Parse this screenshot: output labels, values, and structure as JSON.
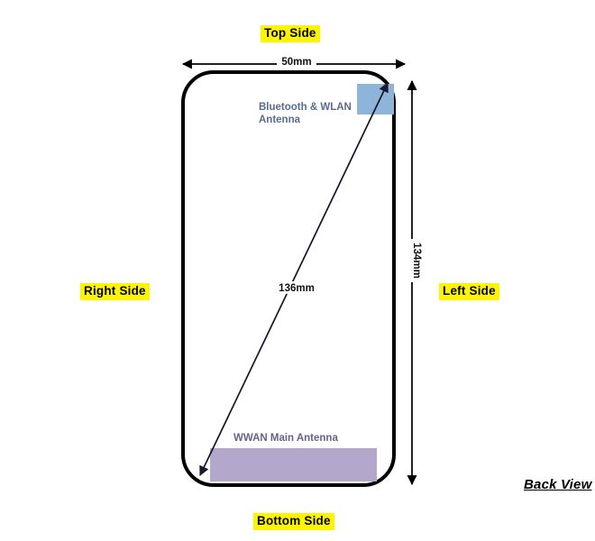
{
  "diagram": {
    "view_label": "Back View",
    "orientation_labels": {
      "top": "Top Side",
      "bottom": "Bottom Side",
      "left": "Left Side",
      "right": "Right Side"
    },
    "dimensions": {
      "width": "50mm",
      "height": "134mm",
      "diagonal": "136mm"
    },
    "antennas": [
      {
        "id": "bluetooth-wlan",
        "label_line1": "Bluetooth & WLAN",
        "label_line2": "Antenna",
        "color": "#8fb4d9",
        "text_color": "#5a6b8c",
        "position": "top-right"
      },
      {
        "id": "wwan-main",
        "label": "WWAN Main Antenna",
        "color": "#b3a8cc",
        "text_color": "#6b5f87",
        "position": "bottom"
      }
    ],
    "highlight_color": "#fdf400",
    "outline_color": "#000000"
  }
}
